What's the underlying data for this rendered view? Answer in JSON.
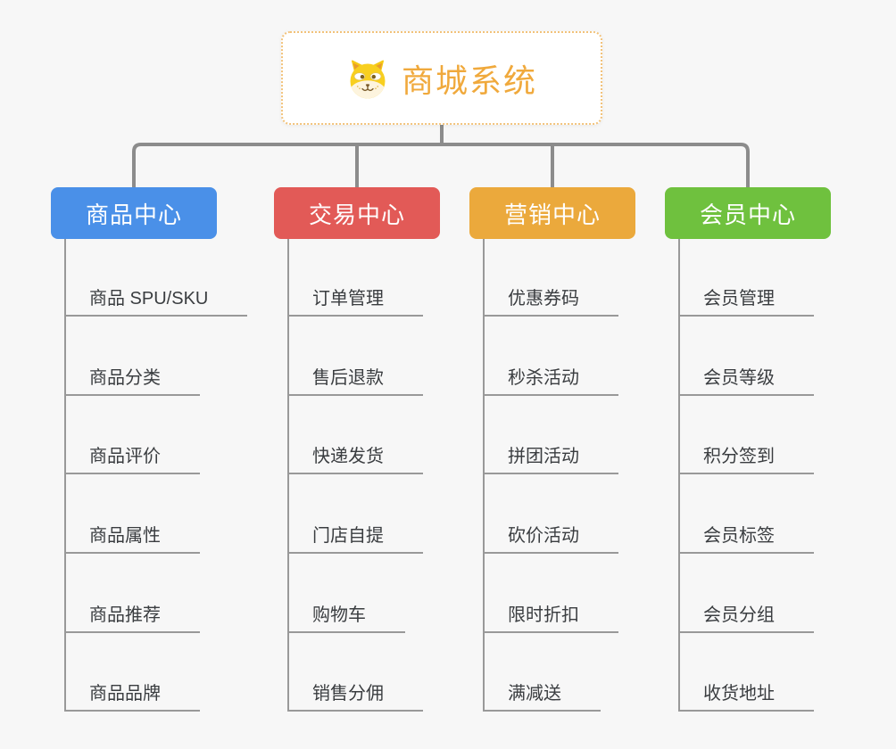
{
  "root": {
    "title": "商城系统",
    "icon": "dog-face-icon",
    "title_color": "#f0a93c",
    "border_color": "#f2c27a"
  },
  "branches": [
    {
      "label": "商品中心",
      "color": "#4a90e8",
      "children": [
        "商品 SPU/SKU",
        "商品分类",
        "商品评价",
        "商品属性",
        "商品推荐",
        "商品品牌"
      ]
    },
    {
      "label": "交易中心",
      "color": "#e25a57",
      "children": [
        "订单管理",
        "售后退款",
        "快递发货",
        "门店自提",
        "购物车",
        "销售分佣"
      ]
    },
    {
      "label": "营销中心",
      "color": "#eba93c",
      "children": [
        "优惠券码",
        "秒杀活动",
        "拼团活动",
        "砍价活动",
        "限时折扣",
        "满减送"
      ]
    },
    {
      "label": "会员中心",
      "color": "#6fc13e",
      "children": [
        "会员管理",
        "会员等级",
        "积分签到",
        "会员标签",
        "会员分组",
        "收货地址"
      ]
    }
  ],
  "connector_color": "#8c8c8c",
  "leaf_line_color": "#999999"
}
